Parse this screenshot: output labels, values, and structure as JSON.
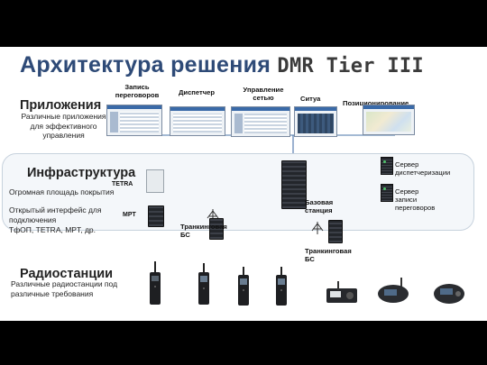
{
  "title": {
    "main": "Архитектура решения",
    "tail": "DMR Tier III"
  },
  "applications": {
    "heading": "Приложения",
    "description": "Различные приложения для эффективного управления",
    "items": [
      {
        "label": "Запись переговоров"
      },
      {
        "label": "Диспетчер"
      },
      {
        "label": "Управление сетью"
      },
      {
        "label": "Ситуа"
      },
      {
        "label": "Позиционирование"
      }
    ]
  },
  "infrastructure": {
    "heading": "Инфраструктура",
    "lines": [
      "Огромная площадь покрытия",
      "Открытый интерфейс для подключения",
      "ТфОП, TETRA, MPT, др."
    ],
    "tetra_label": "TETRA",
    "mpt_label": "MPT",
    "base_station_label": "Базовая станция",
    "trunk_bs_left": "Транкинговая БС",
    "trunk_bs_right": "Транкинговая БС",
    "dispatch_server": "Сервер диспетчеризации",
    "record_server": "Сервер записи переговоров"
  },
  "radios": {
    "heading": "Радиостанции",
    "description": "Различные радиостанции под различные требования"
  },
  "colors": {
    "title": "#2e4a77",
    "background": "#ffffff",
    "frame": "#000000",
    "link": "#4a74a8"
  }
}
